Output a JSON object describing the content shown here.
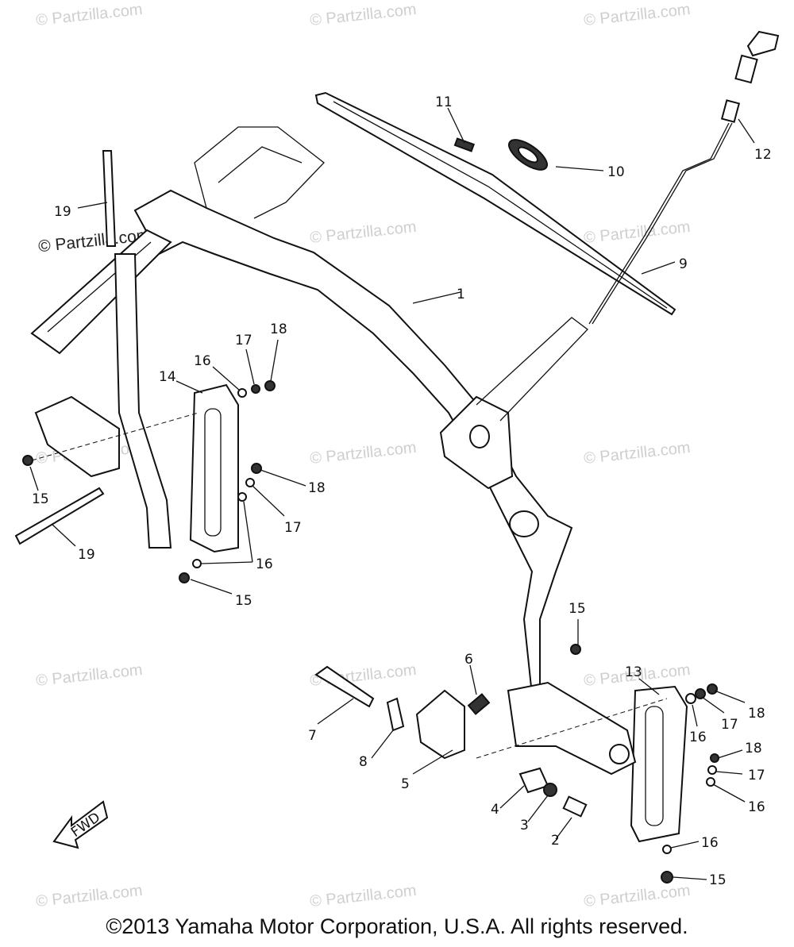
{
  "watermark": "© Partzilla.com",
  "copyright": "©2013 Yamaha Motor Corporation, U.S.A. All rights reserved.",
  "fwd_label": "FWD",
  "callouts": [
    "1",
    "2",
    "3",
    "4",
    "5",
    "6",
    "7",
    "8",
    "9",
    "10",
    "11",
    "12",
    "13",
    "14",
    "15",
    "15",
    "15",
    "15",
    "16",
    "16",
    "16",
    "16",
    "16",
    "17",
    "17",
    "17",
    "17",
    "18",
    "18",
    "18",
    "18",
    "19",
    "19"
  ]
}
